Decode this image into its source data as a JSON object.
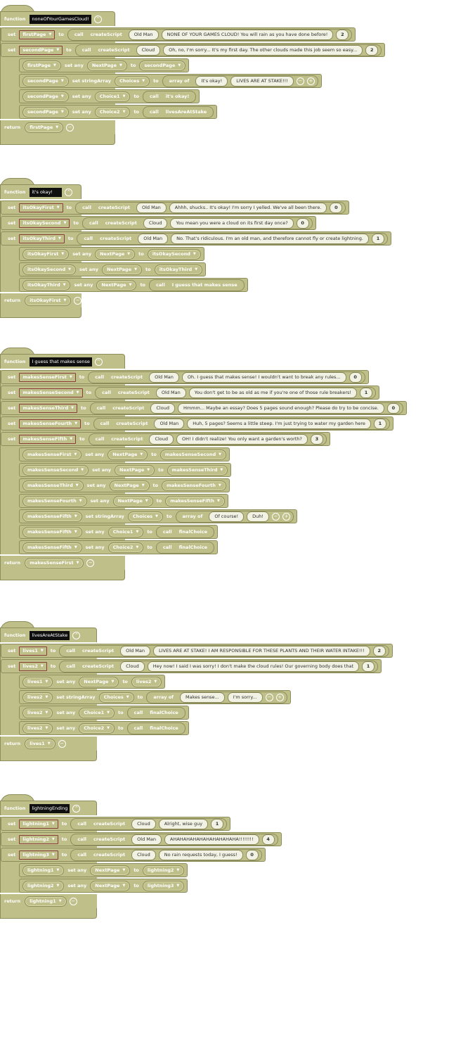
{
  "keywords": {
    "function": "function",
    "set": "set",
    "to": "to",
    "call": "call",
    "return": "return",
    "set_any": "set any",
    "set_string_array": "set stringArray",
    "array_of": "array of",
    "create_script": "createScript"
  },
  "functions": [
    {
      "name": "noneOfYourGamesCloud!",
      "sets": [
        {
          "var": "firstPage",
          "speaker": "Old Man",
          "text": "NONE OF YOUR GAMES CLOUD! You will rain as you have done before!",
          "num": "2"
        },
        {
          "var": "secondPage",
          "speaker": "Cloud",
          "text": "Oh, no, I'm sorry... It's my first day. The other clouds made this job seem so easy...",
          "num": "2"
        }
      ],
      "ops": [
        {
          "target": "firstPage",
          "op": "set any",
          "field": "NextPage",
          "value_type": "var",
          "value": "secondPage"
        },
        {
          "target": "secondPage",
          "op": "set stringArray",
          "field": "Choices",
          "value_type": "array",
          "items": [
            "It's okay!",
            "LIVES ARE AT STAKE!!!"
          ]
        },
        {
          "target": "secondPage",
          "op": "set any",
          "field": "Choice1",
          "value_type": "call",
          "value": "it's okay!"
        },
        {
          "target": "secondPage",
          "op": "set any",
          "field": "Choice2",
          "value_type": "call",
          "value": "livesAreAtStake"
        }
      ],
      "return": "firstPage"
    },
    {
      "name": "it's okay!",
      "sets": [
        {
          "var": "itsOkayFirst",
          "speaker": "Old Man",
          "text": "Ahhh, shucks.. It's okay! I'm sorry I yelled. We've all been there.",
          "num": "0"
        },
        {
          "var": "itsOkaySecond",
          "speaker": "Cloud",
          "text": "You mean you were a cloud on its first day once?",
          "num": "0"
        },
        {
          "var": "itsOkayThird",
          "speaker": "Old Man",
          "text": "No. That's ridiculous. I'm an old man, and therefore cannot fly or create lightning.",
          "num": "1"
        }
      ],
      "ops": [
        {
          "target": "itsOkayFirst",
          "op": "set any",
          "field": "NextPage",
          "value_type": "var",
          "value": "itsOkaySecond"
        },
        {
          "target": "itsOkaySecond",
          "op": "set any",
          "field": "NextPage",
          "value_type": "var",
          "value": "itsOkayThird"
        },
        {
          "target": "itsOkayThird",
          "op": "set any",
          "field": "NextPage",
          "value_type": "call",
          "value": "I guess that makes sense"
        }
      ],
      "return": "itsOkayFirst"
    },
    {
      "name": "I guess that makes sense",
      "sets": [
        {
          "var": "makesSenseFirst",
          "speaker": "Old Man",
          "text": "Oh. I guess that makes sense! I wouldn't want to break any rules...",
          "num": "0"
        },
        {
          "var": "makesSenseSecond",
          "speaker": "Old Man",
          "text": "You don't get to be as old as me if you're one of those rule breakers!",
          "num": "1"
        },
        {
          "var": "makesSenseThird",
          "speaker": "Cloud",
          "text": "Hmmm... Maybe an essay? Does 5 pages sound enough? Please do try to be concise.",
          "num": "0"
        },
        {
          "var": "makesSenseFourth",
          "speaker": "Old Man",
          "text": "Huh, 5 pages? Seems a little steep. I'm just trying to water my garden here",
          "num": "1"
        },
        {
          "var": "makesSenseFifth",
          "speaker": "Cloud",
          "text": "OH! I didn't realize! You only want a garden's worth?",
          "num": "3"
        }
      ],
      "ops": [
        {
          "target": "makesSenseFirst",
          "op": "set any",
          "field": "NextPage",
          "value_type": "var",
          "value": "makesSenseSecond"
        },
        {
          "target": "makesSenseSecond",
          "op": "set any",
          "field": "NextPage",
          "value_type": "var",
          "value": "makesSenseThird"
        },
        {
          "target": "makesSenseThird",
          "op": "set any",
          "field": "NextPage",
          "value_type": "var",
          "value": "makesSenseFourth"
        },
        {
          "target": "makesSenseFourth",
          "op": "set any",
          "field": "NextPage",
          "value_type": "var",
          "value": "makesSenseFifth"
        },
        {
          "target": "makesSenseFifth",
          "op": "set stringArray",
          "field": "Choices",
          "value_type": "array",
          "items": [
            "Of course!",
            "Duh!"
          ]
        },
        {
          "target": "makesSenseFifth",
          "op": "set any",
          "field": "Choice1",
          "value_type": "call",
          "value": "finalChoice"
        },
        {
          "target": "makesSenseFifth",
          "op": "set any",
          "field": "Choice2",
          "value_type": "call",
          "value": "finalChoice"
        }
      ],
      "return": "makesSenseFirst"
    },
    {
      "name": "livesAreAtStake",
      "sets": [
        {
          "var": "lives1",
          "speaker": "Old Man",
          "text": "LIVES ARE AT STAKE! I AM RESPONSIBLE FOR THESE PLANTS AND THEIR WATER INTAKE!!!",
          "num": "2"
        },
        {
          "var": "lives2",
          "speaker": "Cloud",
          "text": "Hey now! I said I was sorry! I don't make the cloud rules! Our governing body does that",
          "num": "1"
        }
      ],
      "ops": [
        {
          "target": "lives1",
          "op": "set any",
          "field": "NextPage",
          "value_type": "var",
          "value": "lives2"
        },
        {
          "target": "lives2",
          "op": "set stringArray",
          "field": "Choices",
          "value_type": "array",
          "items": [
            "Makes sense...",
            "I'm sorry..."
          ]
        },
        {
          "target": "lives2",
          "op": "set any",
          "field": "Choice1",
          "value_type": "call",
          "value": "finalChoice"
        },
        {
          "target": "lives2",
          "op": "set any",
          "field": "Choice2",
          "value_type": "call",
          "value": "finalChoice"
        }
      ],
      "return": "lives1"
    },
    {
      "name": "lightningEnding",
      "sets": [
        {
          "var": "lightning1",
          "speaker": "Cloud",
          "text": "Alright, wise guy",
          "num": "1"
        },
        {
          "var": "lightning2",
          "speaker": "Old Man",
          "text": "AHAHAHAHAHAHAHAHAHAHA!!!!!!!!",
          "num": "4"
        },
        {
          "var": "lightning3",
          "speaker": "Cloud",
          "text": "No rain requests today, I guess!",
          "num": "0"
        }
      ],
      "ops": [
        {
          "target": "lightning1",
          "op": "set any",
          "field": "NextPage",
          "value_type": "var",
          "value": "lightning2"
        },
        {
          "target": "lightning2",
          "op": "set any",
          "field": "NextPage",
          "value_type": "var",
          "value": "lightning3"
        }
      ],
      "return": "lightning1"
    }
  ],
  "colors": {
    "block": "#bfbf8a",
    "block_border": "#8e8e5c",
    "var_border": "#8c3b3b",
    "string_bg": "#f1f1e4",
    "name_bg": "#0f0f0f"
  }
}
